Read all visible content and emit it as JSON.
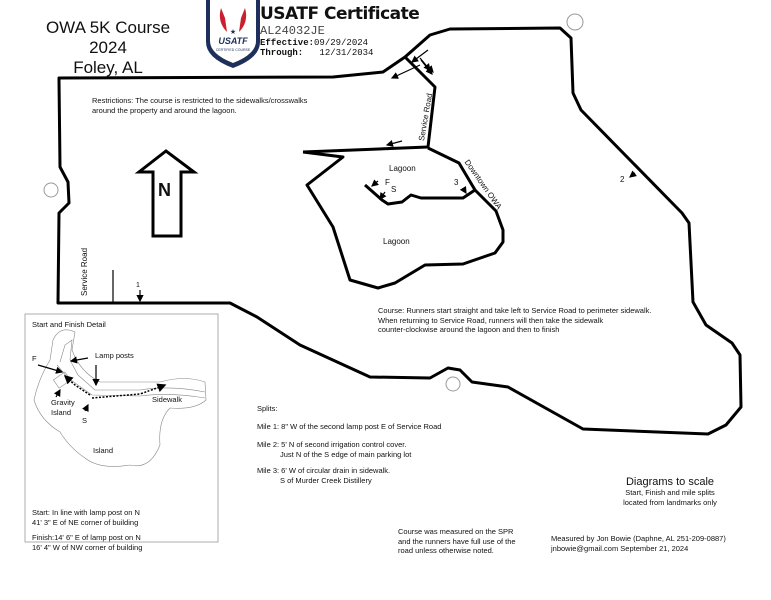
{
  "header": {
    "title_line1": "OWA 5K Course 2024",
    "title_line2": "Foley, AL"
  },
  "certificate": {
    "logo_text": "USATF",
    "logo_subtext": "CERTIFIED COURSE",
    "heading": "USATF Certificate",
    "id": "AL24032JE",
    "effective_label": "Effective:",
    "effective_date": "09/29/2024",
    "through_label": "Through:",
    "through_date": "12/31/2034"
  },
  "map": {
    "restrictions": [
      "Restrictions: The course is restricted to the sidewalks/crosswalks",
      "around the property and around the lagoon."
    ],
    "north_label": "N",
    "service_road_label": "Service Road",
    "downtown_label": "Downtown OWA",
    "lagoon_label": "Lagoon",
    "mile_markers": [
      "1",
      "2",
      "3"
    ],
    "finish_mark": "F",
    "start_mark": "S",
    "course_note": [
      "Course: Runners start straight and take left to Service Road to perimeter sidewalk.",
      "When returning to Service Road, runners will then take the sidewalk",
      "counter-clockwise around the lagoon and then to finish"
    ]
  },
  "detail": {
    "title": "Start and Finish Detail",
    "lamp_posts": "Lamp posts",
    "finish": "F",
    "start": "S",
    "gravity_island": [
      "Gravity",
      "Island"
    ],
    "sidewalk": "Sidewalk",
    "island": "Island",
    "start_text": [
      "Start: In line with lamp post on N",
      "41' 3\" E of NE corner of building"
    ],
    "finish_text": [
      "Finish:14' 6\" E of lamp post on N",
      "16' 4\" W of NW corner of building"
    ]
  },
  "splits": {
    "title": "Splits:",
    "mile1": "Mile 1: 8\" W of the second lamp post E of Service Road",
    "mile2": [
      "Mile 2: 5' N of second irrigation control cover.",
      "Just N of the S edge of main parking lot"
    ],
    "mile3": [
      "Mile 3: 6' W of circular drain in sidewalk.",
      "S of Murder Creek Distillery"
    ]
  },
  "scale": {
    "title": "Diagrams to scale",
    "line1": "Start, Finish and mile splits",
    "line2": "located from landmarks only"
  },
  "footer": {
    "spr": [
      "Course was measured on the SPR",
      "and the runners have full use of the",
      "road unless otherwise noted."
    ],
    "measured": [
      "Measured by Jon Bowie (Daphne, AL 251-209-0887)",
      "jnbowie@gmail.com September 21, 2024"
    ]
  },
  "colors": {
    "logo_red": "#c8202f",
    "logo_navy": "#1d2f5a"
  }
}
